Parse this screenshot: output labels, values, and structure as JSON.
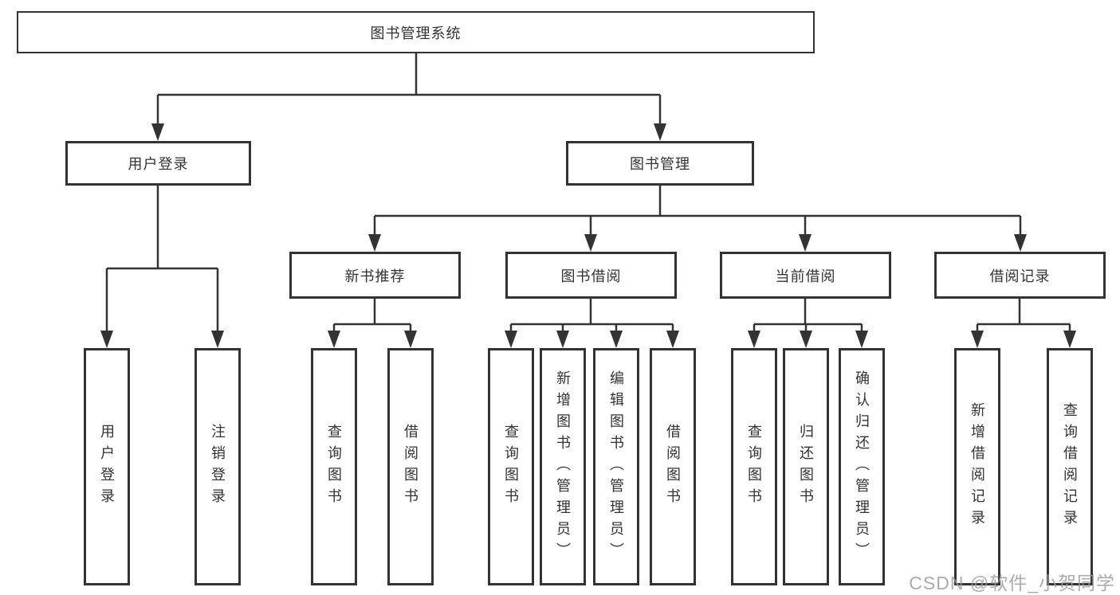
{
  "diagram": {
    "root": {
      "label": "图书管理系统",
      "children": [
        {
          "label": "用户登录",
          "children": [
            {
              "label": "用户登录"
            },
            {
              "label": "注销登录"
            }
          ]
        },
        {
          "label": "图书管理",
          "children": [
            {
              "label": "新书推荐",
              "children": [
                {
                  "label": "查询图书"
                },
                {
                  "label": "借阅图书"
                }
              ]
            },
            {
              "label": "图书借阅",
              "children": [
                {
                  "label": "查询图书"
                },
                {
                  "label": "新增图书（管理员）"
                },
                {
                  "label": "编辑图书（管理员）"
                },
                {
                  "label": "借阅图书"
                }
              ]
            },
            {
              "label": "当前借阅",
              "children": [
                {
                  "label": "查询图书"
                },
                {
                  "label": "归还图书"
                },
                {
                  "label": "确认归还（管理员）"
                }
              ]
            },
            {
              "label": "借阅记录",
              "children": [
                {
                  "label": "新增借阅记录"
                },
                {
                  "label": "查询借阅记录"
                }
              ]
            }
          ]
        }
      ]
    }
  },
  "watermark": {
    "text": "CSDN @软件_小贺同学"
  },
  "colors": {
    "line": "#333333",
    "box_border": "#333333",
    "box_background": "#ffffff",
    "text": "#333333",
    "watermark": "#9e9e9e",
    "page_background": "#ffffff"
  }
}
